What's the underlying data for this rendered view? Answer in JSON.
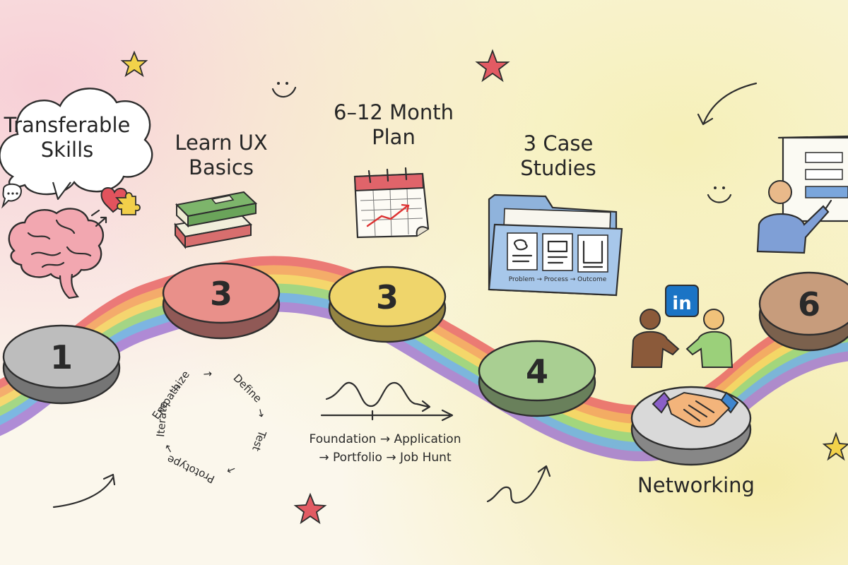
{
  "milestones": [
    {
      "number": "1",
      "label": "Transferable Skills",
      "label_lines": [
        "Transferable",
        "Skills"
      ],
      "color": "#bdbdbd"
    },
    {
      "number": "3",
      "label": "Learn UX Basics",
      "label_lines": [
        "Learn UX",
        "Basics"
      ],
      "color": "#e9908a"
    },
    {
      "number": "3",
      "label": "6–12 Month Plan",
      "label_lines": [
        "6–12 Month",
        "Plan"
      ],
      "color": "#efd56b"
    },
    {
      "number": "4",
      "label": "3 Case Studies",
      "label_lines": [
        "3 Case",
        "Studies"
      ],
      "color": "#a9cf92"
    },
    {
      "number": "",
      "label": "Networking",
      "label_lines": [
        "Networking"
      ],
      "color": "#d9d9d9"
    },
    {
      "number": "6",
      "label": "",
      "label_lines": [],
      "color": "#c79c7c"
    }
  ],
  "design_cycle": {
    "steps": [
      "Empathize",
      "Define",
      "Test",
      "Prototype",
      "Iterate"
    ]
  },
  "timeline": {
    "line1": "Foundation → Application",
    "line2": "→ Portfolio → Job Hunt"
  },
  "folder": {
    "caption": "Problem → Process → Outcome"
  },
  "linkedin_badge": "in",
  "colors": {
    "rainbow": [
      "#e85a5a",
      "#f39a4a",
      "#f4d04e",
      "#8ccf6a",
      "#5aa6e0",
      "#9a6fd0"
    ],
    "accent_star_red": "#e25b63",
    "accent_star_yellow": "#f2d24a",
    "linkedin_blue": "#1b74c5"
  },
  "icons": [
    "thought-cloud-icon",
    "brain-icon",
    "heart-icon",
    "puzzle-icon",
    "speech-bubble-icon",
    "books-icon",
    "calendar-icon",
    "folder-icon",
    "presenter-icon",
    "linkedin-icon",
    "handshake-icon",
    "people-handshake-icon",
    "star-icon",
    "smiley-icon",
    "arrow-icon"
  ]
}
